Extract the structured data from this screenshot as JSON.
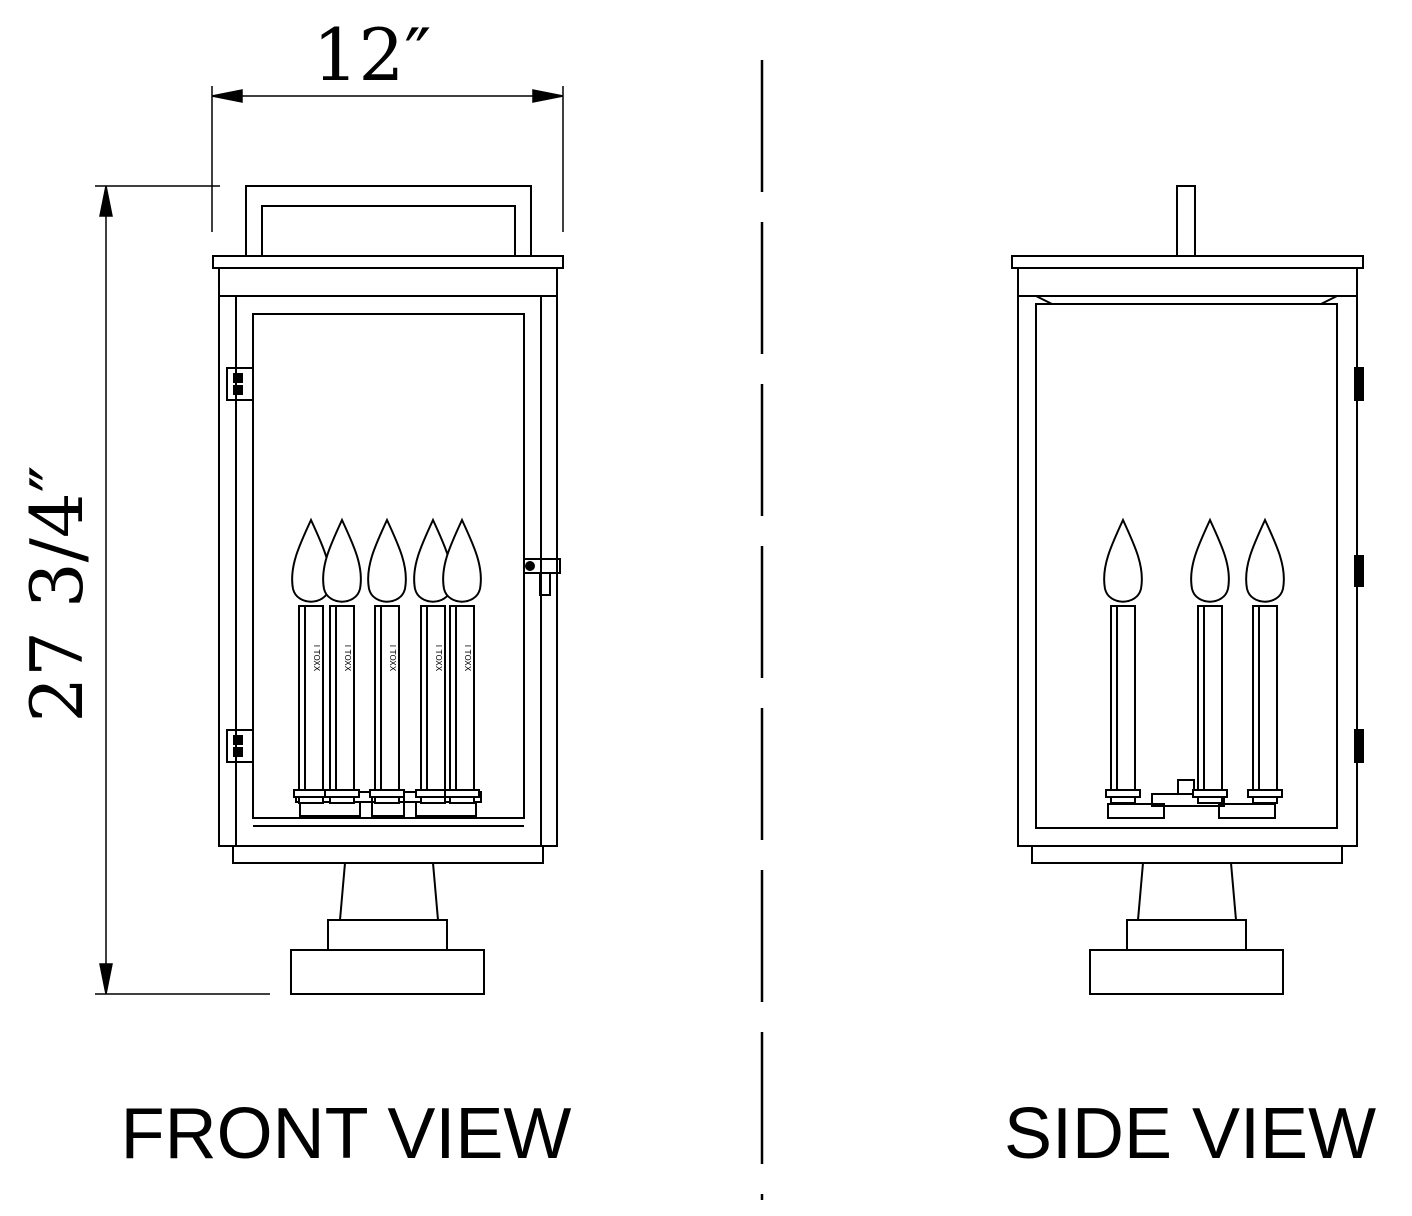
{
  "dimensions": {
    "width_label": "12″",
    "height_label": "27 3/4″"
  },
  "views": {
    "front_label": "FRONT VIEW",
    "side_label": "SIDE VIEW"
  },
  "candle_sleeve_text": "I TOXX",
  "colors": {
    "line": "#000000",
    "background": "#ffffff"
  }
}
